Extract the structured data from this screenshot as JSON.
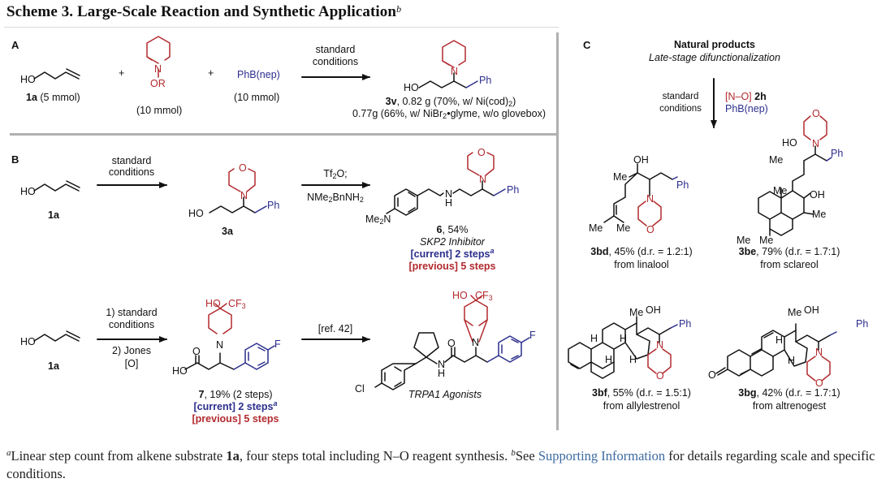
{
  "title": {
    "text": "Scheme 3. Large-Scale Reaction and Synthetic Application",
    "sup": "b"
  },
  "colors": {
    "red": "#b22a2e",
    "blue": "#2b2e8c",
    "divider": "#b0b0b0",
    "link": "#3d6aa0"
  },
  "panelA": {
    "label": "A",
    "substrate": {
      "formula_label": "HO",
      "id": "1a",
      "amount": "(5 mmol)"
    },
    "plus": "+",
    "reagent_NO": {
      "atoms": [
        "N",
        "OR"
      ],
      "amount": "(10 mmol)"
    },
    "boron": {
      "name": "PhB(nep)",
      "amount": "(10 mmol)"
    },
    "conditions": [
      "standard",
      "conditions"
    ],
    "product": {
      "atoms": {
        "N": "N",
        "HO": "HO",
        "Ph": "Ph"
      },
      "id": "3v",
      "line1": ", 0.82 g (70%, w/ Ni(cod)",
      "line1_sub": "2",
      "line1_end": ")",
      "line2_pre": "0.77g (66%, w/ NiBr",
      "line2_sub": "2",
      "line2_post": "•glyme, w/o glovebox)"
    }
  },
  "panelB": {
    "label": "B",
    "row1": {
      "substrate": {
        "atom": "HO",
        "id": "1a"
      },
      "conditions": [
        "standard",
        "conditions"
      ],
      "intermediate": {
        "atoms": {
          "O": "O",
          "N": "N",
          "HO": "HO",
          "Ph": "Ph"
        },
        "id": "3a"
      },
      "reagents_top": "Tf",
      "reagents_top_sub": "2",
      "reagents_top_end": "O;",
      "reagents_bottom_pre": "NMe",
      "reagents_bottom_sub1": "2",
      "reagents_bottom_mid": "BnNH",
      "reagents_bottom_sub2": "2",
      "product": {
        "atoms": {
          "O": "O",
          "N": "N",
          "NH": "N",
          "H": "H",
          "Me2N": "Me",
          "Me2N_sub": "2",
          "Me2N_end": "N",
          "Ph": "Ph"
        },
        "id": "6",
        "yield": ", 54%",
        "name": "SKP2 Inhibitor",
        "current": "[current] 2 steps",
        "current_sup": "a",
        "previous": "[previous] 5 steps"
      }
    },
    "row2": {
      "substrate": {
        "atom": "HO",
        "id": "1a"
      },
      "conditions_top": [
        "1) standard",
        "conditions"
      ],
      "conditions_bottom": [
        "2) Jones",
        "[O]"
      ],
      "intermediate": {
        "atoms": {
          "HO_top": "HO",
          "CF3": "CF",
          "CF3_sub": "3",
          "N": "N",
          "O": "O",
          "HO": "HO",
          "F": "F"
        },
        "id": "7",
        "yield": ", 19% (2 steps)",
        "current": "[current] 2 steps",
        "current_sup": "a",
        "previous": "[previous] 5 steps"
      },
      "ref": "[ref. 42]",
      "product": {
        "atoms": {
          "HO_top": "HO",
          "CF3": "CF",
          "CF3_sub": "3",
          "N": "N",
          "O": "O",
          "NH": "N",
          "H": "H",
          "F": "F",
          "Cl": "Cl"
        },
        "name": "TRPA1 Agonists"
      }
    }
  },
  "panelC": {
    "label": "C",
    "heading": "Natural products",
    "subheading": "Late-stage difunctionalization",
    "conditions_left": [
      "standard",
      "conditions"
    ],
    "conditions_right_NO": "[N–O]",
    "conditions_right_id": "2h",
    "conditions_right_boron": "PhB(nep)",
    "products": [
      {
        "id": "3bd",
        "yield": ", 45% (d.r. = 1.2:1)",
        "source": "from linalool",
        "atoms": {
          "OH": "OH",
          "Me": "Me",
          "Ph": "Ph",
          "N": "N",
          "O": "O",
          "Me1": "Me",
          "Me2": "Me"
        }
      },
      {
        "id": "3be",
        "yield": ", 79% (d.r. = 1.7:1)",
        "source": "from sclareol",
        "atoms": {
          "O": "O",
          "N": "N",
          "HO": "HO",
          "Me": "Me",
          "Ph": "Ph",
          "Me_ring": "Me",
          "OH": "OH",
          "Me_oh": "Me",
          "Me1": "Me",
          "Me2": "Me"
        }
      },
      {
        "id": "3bf",
        "yield": ", 55% (d.r. = 1.5:1)",
        "source": "from allylestrenol",
        "atoms": {
          "Me": "Me",
          "OH": "OH",
          "Ph": "Ph",
          "N": "N",
          "O": "O",
          "H": "H"
        }
      },
      {
        "id": "3bg",
        "yield": ", 42% (d.r. = 1.7:1)",
        "source": "from altrenogest",
        "atoms": {
          "Me": "Me",
          "OH": "OH",
          "Ph": "Ph",
          "N": "N",
          "O": "O",
          "H": "H",
          "ketone_O": "O"
        }
      }
    ]
  },
  "footnotes": {
    "a_mark": "a",
    "a_text_pre": "Linear step count from alkene substrate ",
    "a_bold": "1a",
    "a_text_post": ", four steps total including N–O reagent synthesis. ",
    "b_mark": "b",
    "b_text_pre": "See ",
    "b_link": "Supporting Information",
    "b_text_post": " for details regarding scale and specific conditions."
  }
}
